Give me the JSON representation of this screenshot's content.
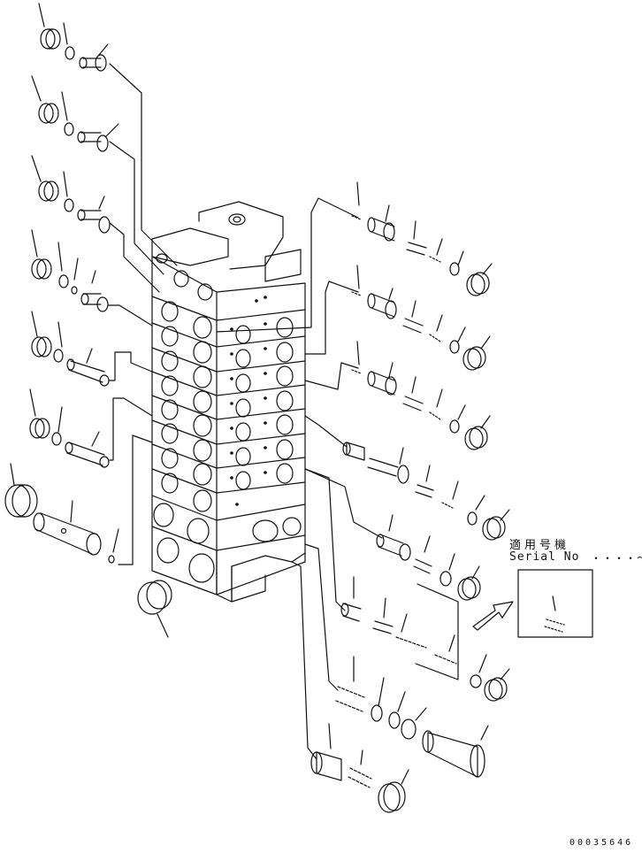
{
  "inset": {
    "applicability_label": "適用号機",
    "serial_label": "Serial No",
    "serial_value": "・・・・～"
  },
  "drawing_number": "00035646"
}
